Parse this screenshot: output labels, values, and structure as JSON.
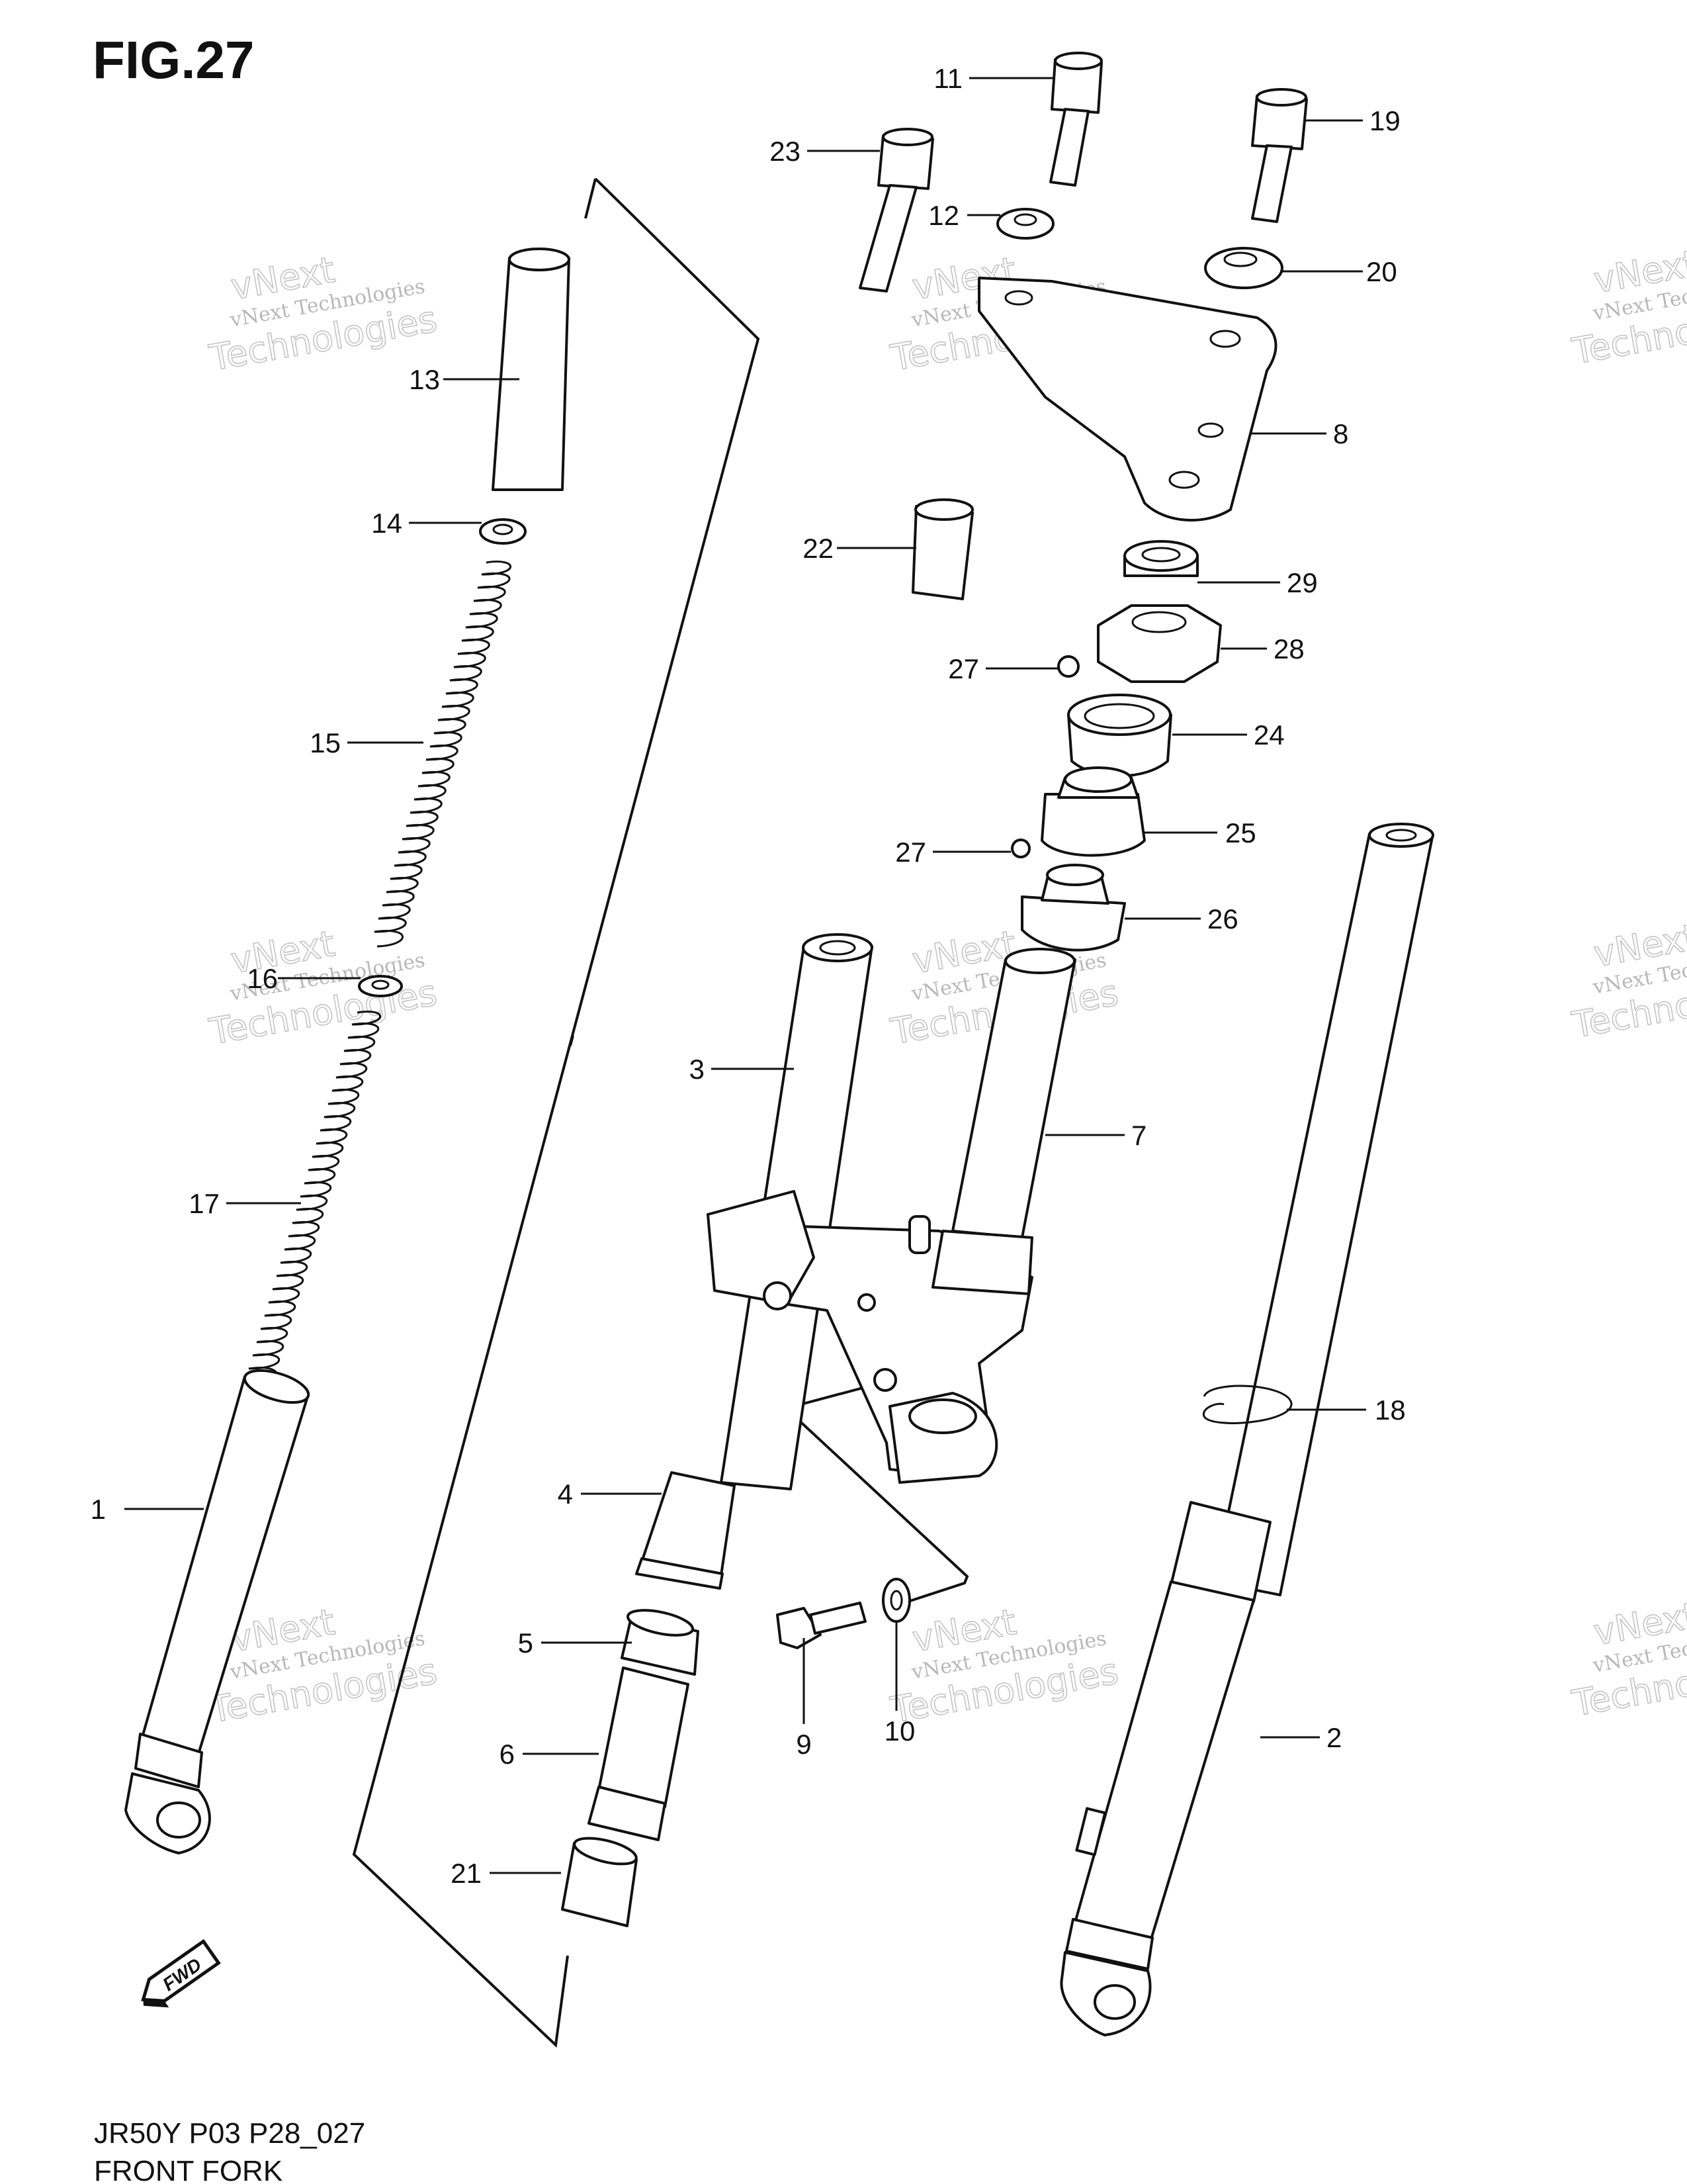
{
  "figure": {
    "title": "FIG.27",
    "model_code": "JR50Y P03 P28_027",
    "caption": "FRONT FORK"
  },
  "fwd_badge": "FWD",
  "watermark": {
    "line1": "vNext Technologies",
    "line2": "vNext",
    "line3": "Technologies"
  },
  "callouts": [
    "1",
    "2",
    "3",
    "4",
    "5",
    "6",
    "7",
    "8",
    "9",
    "10",
    "11",
    "12",
    "13",
    "14",
    "15",
    "16",
    "17",
    "18",
    "19",
    "20",
    "21",
    "22",
    "23",
    "24",
    "25",
    "26",
    "27",
    "27",
    "28",
    "29"
  ],
  "colors": {
    "ink": "#111111",
    "watermark": "#bbbbbb",
    "background": "#ffffff"
  }
}
